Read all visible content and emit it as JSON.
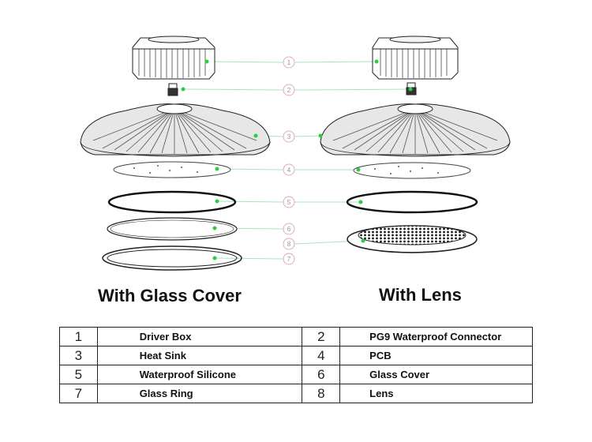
{
  "diagram": {
    "callouts": [
      "1",
      "2",
      "3",
      "4",
      "5",
      "6",
      "8",
      "7"
    ]
  },
  "titles": {
    "left": "With Glass Cover",
    "right": "With Lens"
  },
  "parts_table": {
    "rows": [
      {
        "left_no": "1",
        "left_name": "Driver Box",
        "right_no": "2",
        "right_name": "PG9 Waterproof Connector"
      },
      {
        "left_no": "3",
        "left_name": "Heat Sink",
        "right_no": "4",
        "right_name": "PCB"
      },
      {
        "left_no": "5",
        "left_name": "Waterproof Silicone",
        "right_no": "6",
        "right_name": "Glass Cover"
      },
      {
        "left_no": "7",
        "left_name": "Glass Ring",
        "right_no": "8",
        "right_name": "Lens"
      }
    ]
  },
  "colors": {
    "leader_line": "#a6e6b8",
    "leader_dot": "#2ecc40",
    "callout_ring": "#e3a8c3"
  }
}
